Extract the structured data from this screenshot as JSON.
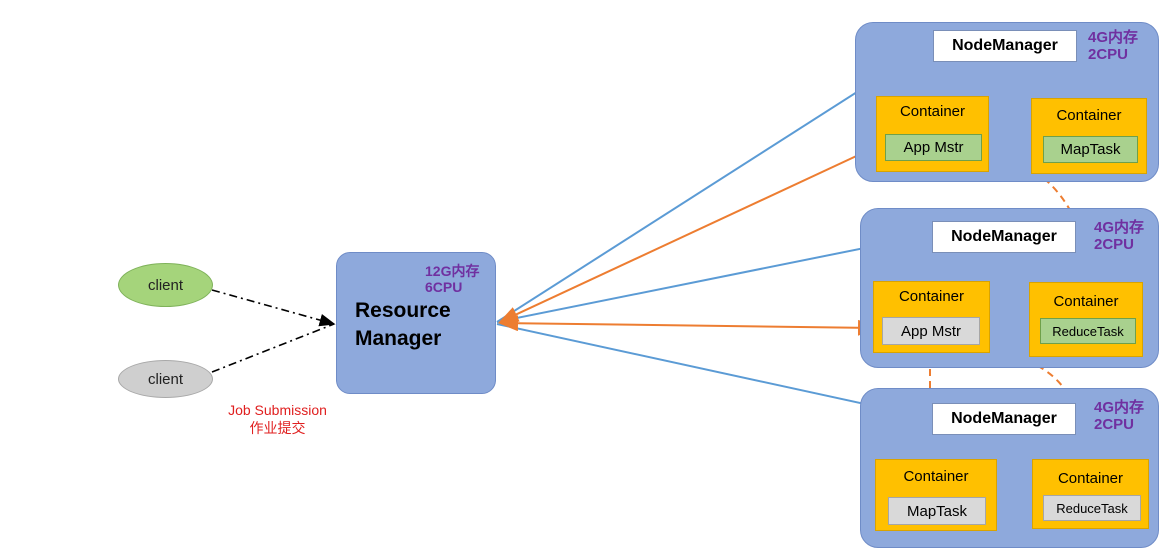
{
  "clients": [
    {
      "label": "client"
    },
    {
      "label": "client"
    }
  ],
  "job_submission": {
    "line1": "Job Submission",
    "line2": "作业提交"
  },
  "resource_manager": {
    "spec_line1": "12G内存",
    "spec_line2": "6CPU",
    "name_line1": "Resource",
    "name_line2": "Manager"
  },
  "nodes": [
    {
      "manager": "NodeManager",
      "spec_line1": "4G内存",
      "spec_line2": "2CPU",
      "containers": [
        {
          "label": "Container",
          "task": "App Mstr"
        },
        {
          "label": "Container",
          "task": "MapTask"
        }
      ]
    },
    {
      "manager": "NodeManager",
      "spec_line1": "4G内存",
      "spec_line2": "2CPU",
      "containers": [
        {
          "label": "Container",
          "task": "App Mstr"
        },
        {
          "label": "Container",
          "task": "ReduceTask"
        }
      ]
    },
    {
      "manager": "NodeManager",
      "spec_line1": "4G内存",
      "spec_line2": "2CPU",
      "containers": [
        {
          "label": "Container",
          "task": "MapTask"
        },
        {
          "label": "Container",
          "task": "ReduceTask"
        }
      ]
    }
  ],
  "colors": {
    "blue_link": "#5b9bd5",
    "orange_link": "#ed7d31",
    "node_fill": "#8ea9dc",
    "container_fill": "#ffc000",
    "spec_text": "#7030a0",
    "submission_text": "#e02020"
  }
}
